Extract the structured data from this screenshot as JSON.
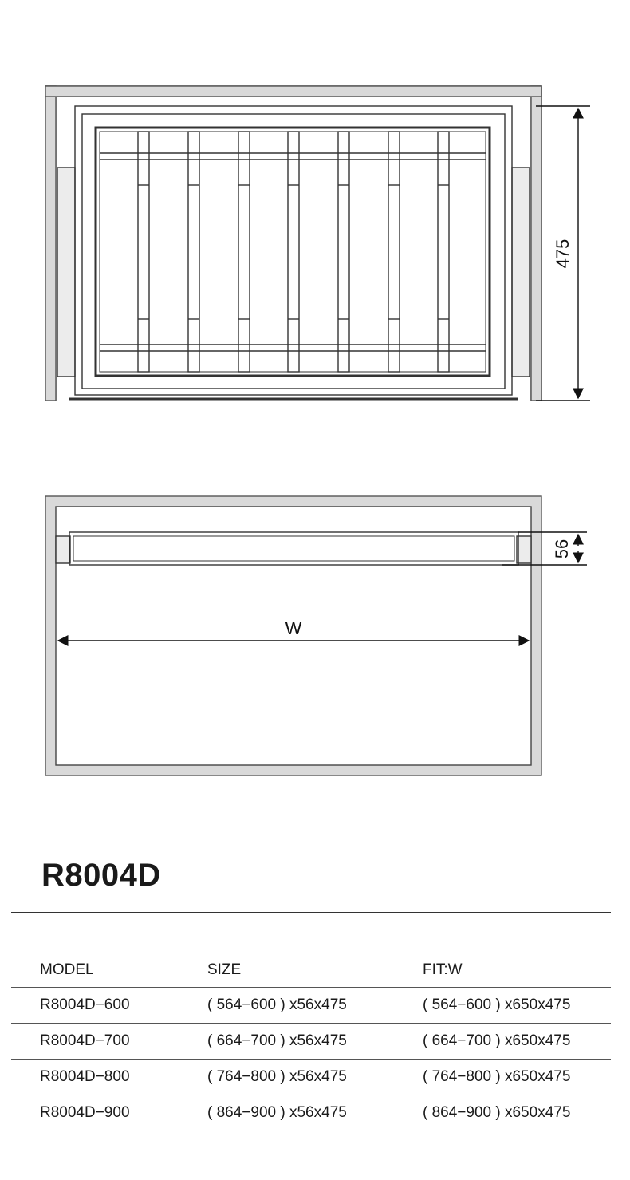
{
  "drawing_top": {
    "height_dim_label": "475"
  },
  "drawing_bottom": {
    "depth_dim_label": "56",
    "width_dim_label": "W"
  },
  "product": {
    "title": "R8004D"
  },
  "spec_table": {
    "headers": [
      "MODEL",
      "SIZE",
      "FIT:W"
    ],
    "rows": [
      [
        "R8004D−600",
        "( 564−600 ) x56x475",
        "( 564−600 ) x650x475"
      ],
      [
        "R8004D−700",
        "( 664−700 ) x56x475",
        "( 664−700 ) x650x475"
      ],
      [
        "R8004D−800",
        "( 764−800 ) x56x475",
        "( 764−800 ) x650x475"
      ],
      [
        "R8004D−900",
        "( 864−900 ) x56x475",
        "( 864−900 ) x650x475"
      ]
    ]
  }
}
